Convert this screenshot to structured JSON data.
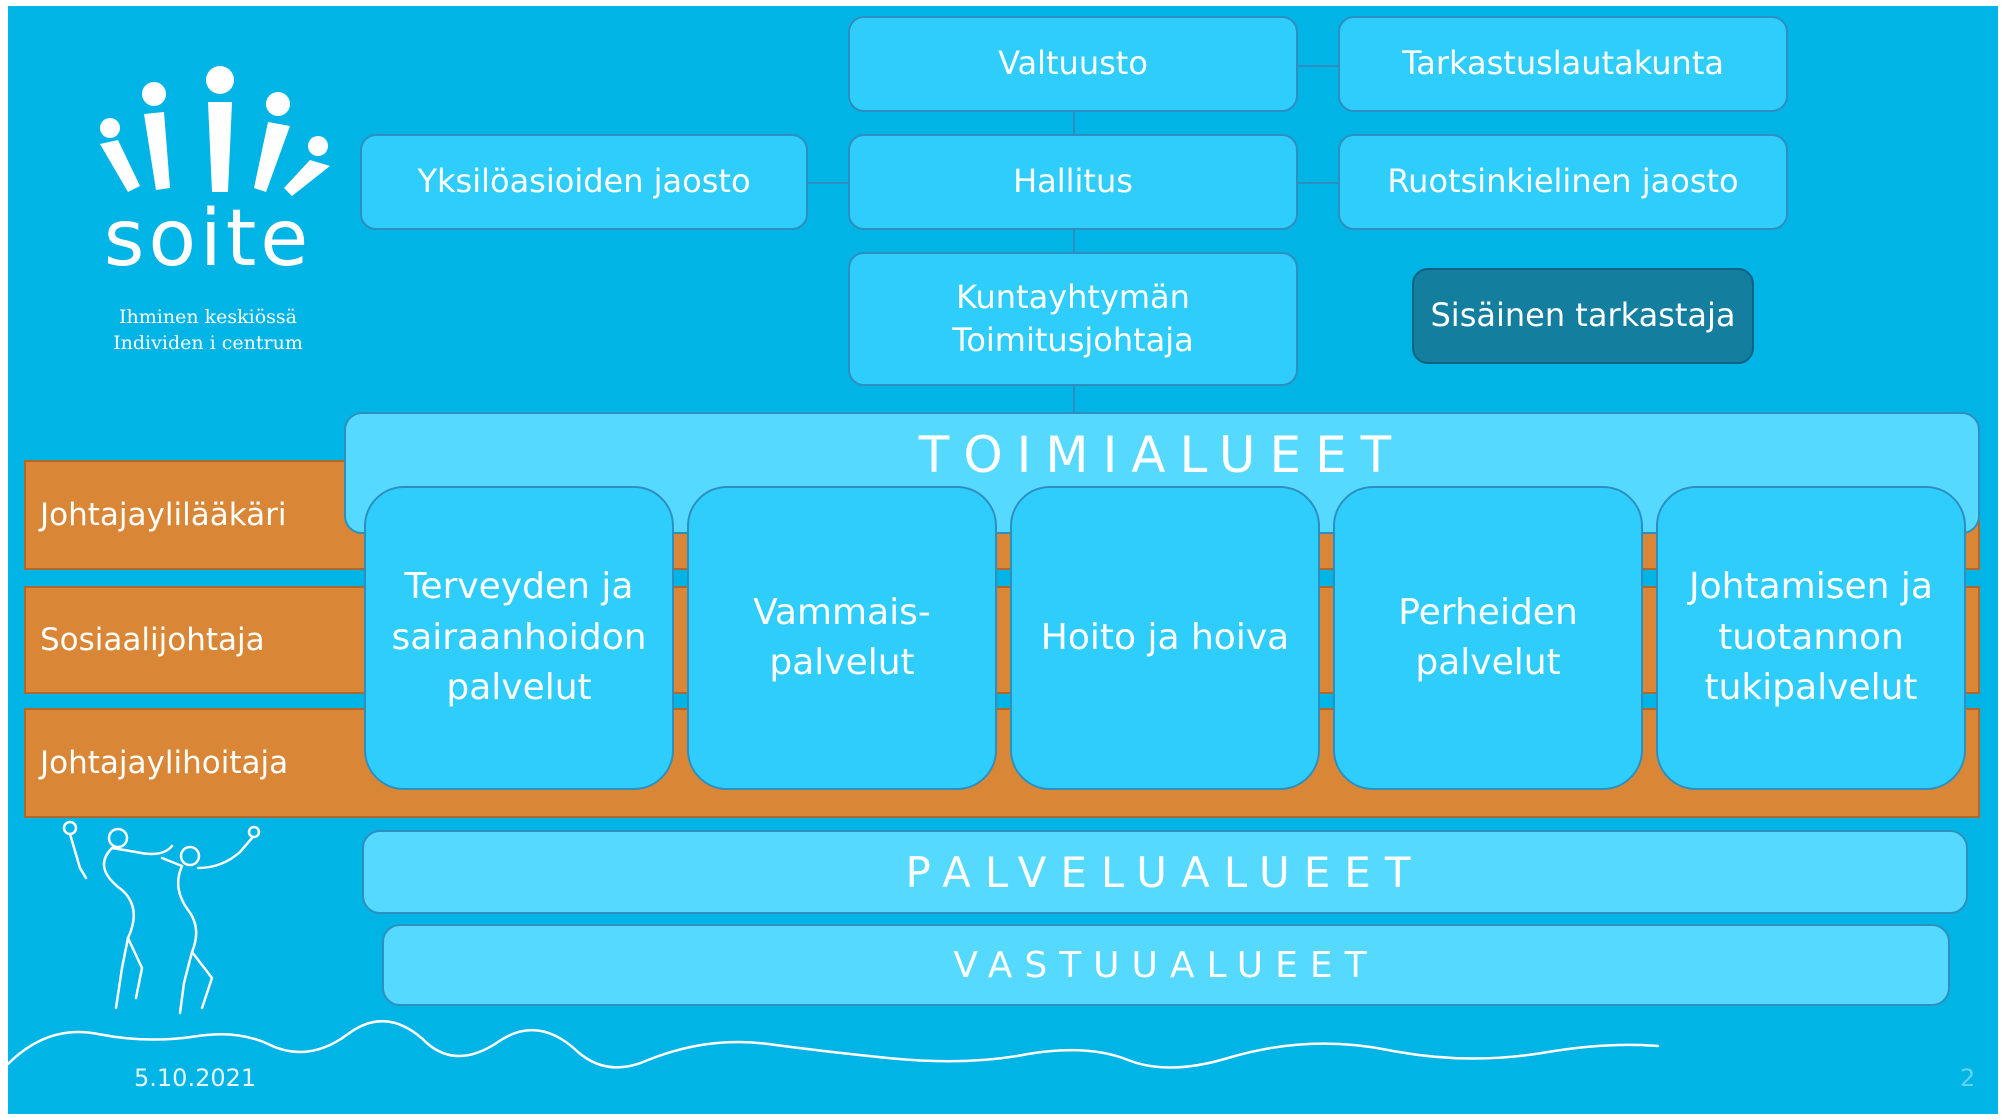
{
  "logo": {
    "name": "soite",
    "tagline_fi": "Ihminen keskiössä",
    "tagline_sv": "Individen i centrum"
  },
  "governance": {
    "council": "Valtuusto",
    "audit_committee": "Tarkastuslautakunta",
    "individual_matters_section": "Yksilöasioiden jaosto",
    "board": "Hallitus",
    "swedish_section": "Ruotsinkielinen jaosto",
    "ceo_line1": "Kuntayhtymän",
    "ceo_line2": "Toimitusjohtaja",
    "internal_auditor": "Sisäinen tarkastaja"
  },
  "roles": [
    "Johtajaylilääkäri",
    "Sosiaalijohtaja",
    "Johtajaylihoitaja"
  ],
  "toimialueet": {
    "title": "TOIMIALUEET",
    "units": [
      [
        "Terveyden ja",
        "sairaanhoidon",
        "palvelut"
      ],
      [
        "Vammais-",
        "palvelut"
      ],
      [
        "Hoito ja hoiva"
      ],
      [
        "Perheiden",
        "palvelut"
      ],
      [
        "Johtamisen ja",
        "tuotannon",
        "tukipalvelut"
      ]
    ]
  },
  "palvelualueet": {
    "title": "PALVELUALUEET"
  },
  "vastuualueet": {
    "title": "VASTUUALUEET"
  },
  "footer": {
    "date": "5.10.2021",
    "page": "2"
  },
  "colors": {
    "background": "#00b4e6",
    "box": "#2ecdfc",
    "tier": "#55d9ff",
    "role_band": "#d98736",
    "auditor_box": "#137e9e",
    "border": "#2d8fc0"
  }
}
